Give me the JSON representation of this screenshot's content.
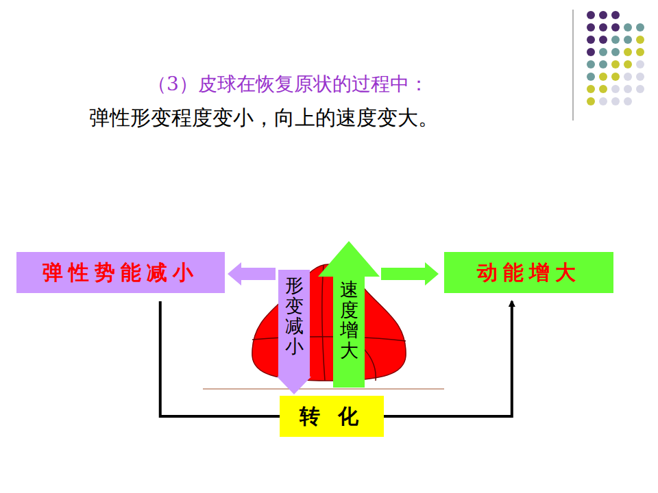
{
  "diagram": {
    "title": "（3）皮球在恢复原状的过程中：",
    "nodes": [
      {
        "text": [
          "弹性势能减小"
        ]
      },
      {
        "text": [
          "形变减小"
        ]
      },
      {
        "text": [
          "速度增大"
        ]
      },
      {
        "text": [
          "动能增大"
        ]
      },
      {
        "text": [
          "转 化"
        ]
      }
    ],
    "edges": [
      {
        "from": 1,
        "to": 0,
        "arrow": "to"
      },
      {
        "from": 2,
        "to": 3,
        "arrow": "to"
      },
      {
        "from": 0,
        "to": 4,
        "arrow": "none"
      },
      {
        "from": 4,
        "to": 3,
        "arrow": "to"
      }
    ],
    "labels": [
      "弹性形变程度变小，向上的速度变大。"
    ]
  }
}
